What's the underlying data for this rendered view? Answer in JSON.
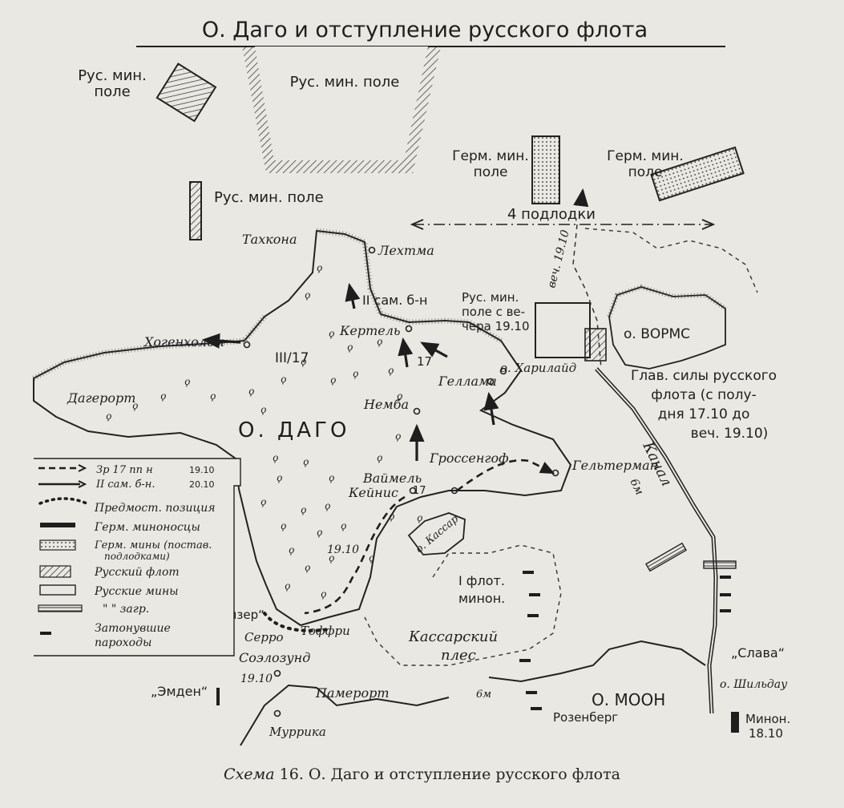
{
  "map": {
    "title": "О. Даго и отступление русского флота",
    "caption": {
      "prefix": "Схема",
      "text": "16. О. Даго и отступление русского флота"
    },
    "minefields": {
      "rus_nw": [
        "Рус. мин.",
        "поле"
      ],
      "rus_top": "Рус. мин. поле",
      "rus_left": "Рус. мин. поле",
      "germ_1": [
        "Герм. мин.",
        "поле"
      ],
      "germ_2": [
        "Герм. мин.",
        "поле"
      ],
      "rus_evening": [
        "Рус. мин.",
        "поле с ве-",
        "чера 19.10"
      ]
    },
    "labels": {
      "submarines": "4 подлодки",
      "vech": "веч. 19.10",
      "worms": "о. ВОРМС",
      "main_forces": [
        "Глав. силы русского",
        "флота (с полу-",
        "дня 17.10 до",
        "веч. 19.10)"
      ],
      "canal": "Канал",
      "canal_depth": "6м",
      "dago": "О. ДАГО",
      "taxkona": "Тахкона",
      "lehtma": "Лехтма",
      "kertel": "Кертель",
      "hogenholm": "Хогенхольм",
      "unit_iii17": "III/17",
      "unit_ii": "II сам. б-н",
      "num17a": "17",
      "num17b": "17",
      "dagerort": "Дагерорт",
      "hellama": "Геллама",
      "harilaid": "о. Харилайд",
      "nemba": "Немба",
      "grossenhof": "Гроссенгоф",
      "heltermaa": "Гельтерман",
      "vaimel": "Ваймель",
      "keinis": "Кейнис",
      "kassar": "о. Кассар",
      "date_1910a": "19.10",
      "date_1910b": "19.10",
      "flot_minon": [
        "I флот.",
        "минон."
      ],
      "kassar_ples": [
        "Кассарский",
        "плес"
      ],
      "kaizer": "„Кайзер“",
      "toffri": "Тоффри",
      "serro": "Серро",
      "soelozund": "Соэлозунд",
      "emden": "„Эмден“",
      "pamerort": "Памерорт",
      "murrika": "Муррика",
      "depth_6m": "6м",
      "moon": "О. МООН",
      "rozenberg": "Розенберг",
      "slava": "„Слава“",
      "shildau": "о. Шильдау",
      "minon_1810": [
        "Минон.",
        "18.10"
      ]
    },
    "legend": {
      "line1": "Зр 17 пп н",
      "line2": "II сам. б-н.",
      "date1": "19.10",
      "date2": "20.10",
      "items": [
        "Предмост. позиция",
        "Герм. миноносцы",
        "Герм. мины (постав.",
        "подлодками)",
        "Русский флот",
        "Русские мины",
        "\"  \"  загр.",
        "Затонувшие",
        "пароходы"
      ]
    }
  }
}
